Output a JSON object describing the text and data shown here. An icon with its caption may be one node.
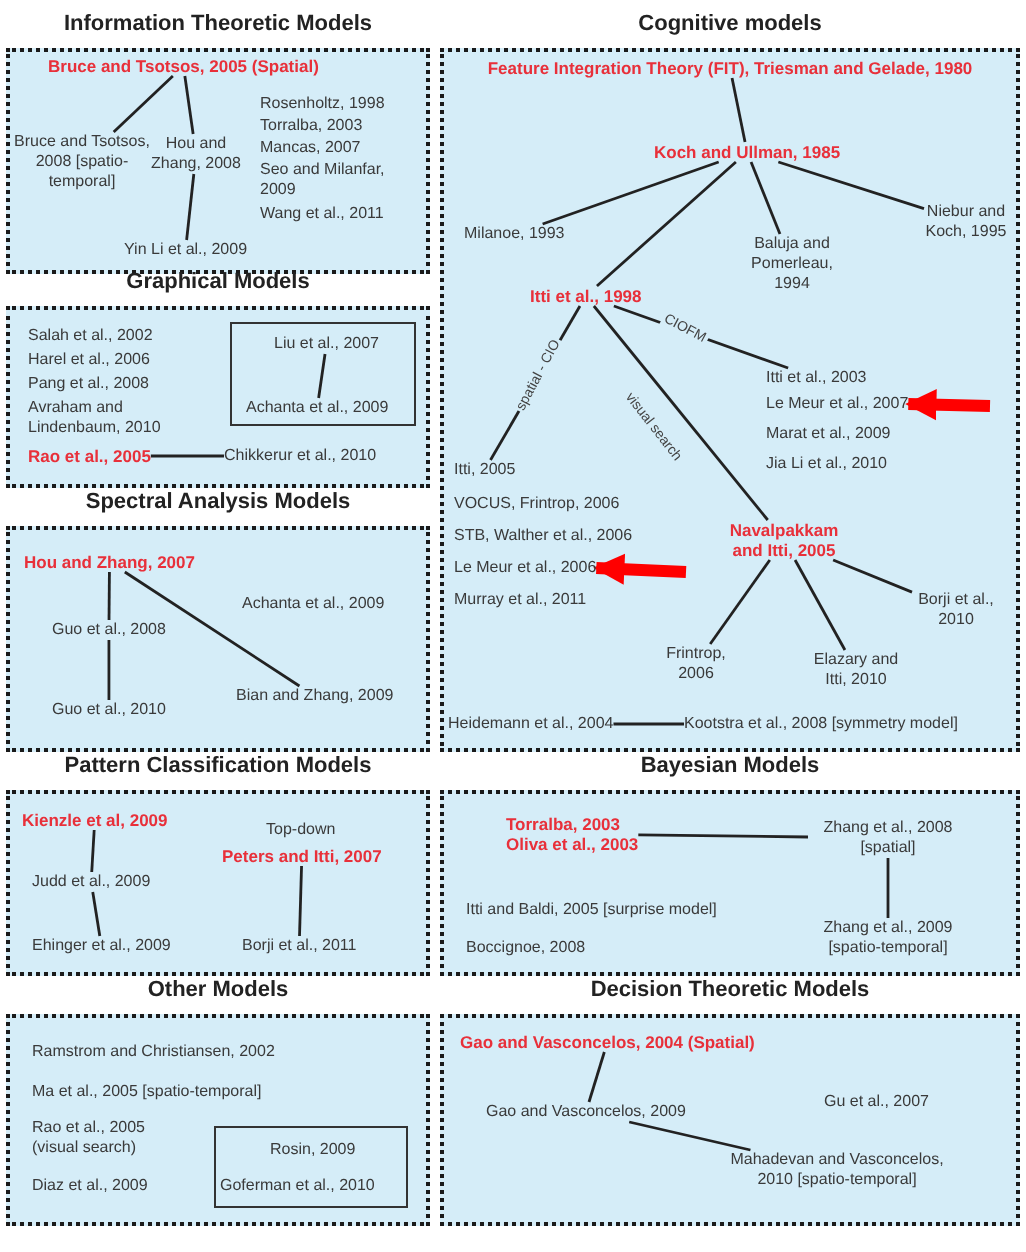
{
  "diagram": {
    "nodes": [
      {
        "text": [
          "Information Theoretic Models"
        ]
      },
      {
        "text": [
          "Bruce and Tsotsos, 2005 (Spatial)"
        ],
        "in": 0
      },
      {
        "text": [
          "Bruce and Tsotsos, 2008 [spatio-temporal]"
        ],
        "in": 0
      },
      {
        "text": [
          "Hou and Zhang, 2008"
        ],
        "in": 0
      },
      {
        "text": [
          "Yin Li et al., 2009"
        ],
        "in": 0
      },
      {
        "text": [
          "Cognitive models"
        ]
      },
      {
        "text": [
          "Feature Integration Theory (FIT), Triesman and Gelade, 1980"
        ],
        "in": 5
      },
      {
        "text": [
          "Koch and Ullman, 1985"
        ],
        "in": 5
      },
      {
        "text": [
          "Milanoe, 1993"
        ],
        "in": 5
      },
      {
        "text": [
          "Baluja and Pomerleau, 1994"
        ],
        "in": 5
      },
      {
        "text": [
          "Niebur and Koch, 1995"
        ],
        "in": 5
      },
      {
        "text": [
          "Itti et al., 1998"
        ],
        "in": 5
      },
      {
        "text": [
          "Itti et al., 2003"
        ],
        "in": 5
      },
      {
        "text": [
          "Le Meur et al., 2007"
        ],
        "in": 5
      },
      {
        "text": [
          "Itti, 2005"
        ],
        "in": 5
      },
      {
        "text": [
          "Le Meur et al., 2006"
        ],
        "in": 5
      },
      {
        "text": [
          "Navalpakkam and Itti, 2005"
        ],
        "in": 5
      },
      {
        "text": [
          "Frintrop, 2006"
        ],
        "in": 5
      },
      {
        "text": [
          "Elazary and Itti, 2010"
        ],
        "in": 5
      },
      {
        "text": [
          "Borji et al., 2010"
        ],
        "in": 5
      },
      {
        "text": [
          "Heidemann et al., 2004"
        ],
        "in": 5
      },
      {
        "text": [
          "Kootstra et al., 2008 [symmetry model]"
        ],
        "in": 5
      },
      {
        "text": [
          "Graphical Models"
        ]
      },
      {
        "text": [],
        "shape": "box",
        "in": 22
      },
      {
        "text": [
          "Liu et al., 2007"
        ],
        "in": 23
      },
      {
        "text": [
          "Achanta et al., 2009"
        ],
        "in": 23
      },
      {
        "text": [
          "Rao et al., 2005"
        ],
        "in": 22
      },
      {
        "text": [
          "Chikkerur et al., 2010"
        ],
        "in": 22
      },
      {
        "text": [
          "Spectral Analysis Models"
        ]
      },
      {
        "text": [
          "Hou and Zhang, 2007"
        ],
        "in": 28
      },
      {
        "text": [
          "Guo et al., 2008"
        ],
        "in": 28
      },
      {
        "text": [
          "Guo et al., 2010"
        ],
        "in": 28
      },
      {
        "text": [
          "Bian and Zhang, 2009"
        ],
        "in": 28
      },
      {
        "text": [
          "Pattern Classification Models"
        ]
      },
      {
        "text": [
          "Kienzle et al, 2009"
        ],
        "in": 33
      },
      {
        "text": [
          "Judd et al., 2009"
        ],
        "in": 33
      },
      {
        "text": [
          "Ehinger et al., 2009"
        ],
        "in": 33
      },
      {
        "text": [
          "Peters and Itti, 2007"
        ],
        "in": 33
      },
      {
        "text": [
          "Borji et al., 2011"
        ],
        "in": 33
      },
      {
        "text": [
          "Bayesian Models"
        ]
      },
      {
        "text": [
          "Torralba, 2003",
          "Oliva et al., 2003"
        ],
        "in": 39
      },
      {
        "text": [
          "Zhang et al., 2008 [spatial]"
        ],
        "in": 39
      },
      {
        "text": [
          "Zhang et al., 2009 [spatio-temporal]"
        ],
        "in": 39
      },
      {
        "text": [
          "Other Models"
        ]
      },
      {
        "text": [],
        "shape": "box",
        "in": 43
      },
      {
        "text": [
          "Rosin, 2009"
        ],
        "in": 44
      },
      {
        "text": [
          "Goferman et al., 2010"
        ],
        "in": 44
      },
      {
        "text": [
          "Decision Theoretic Models"
        ]
      },
      {
        "text": [
          "Gao and Vasconcelos, 2004 (Spatial)"
        ],
        "in": 47
      },
      {
        "text": [
          "Gao and Vasconcelos, 2009"
        ],
        "in": 47
      },
      {
        "text": [
          "Mahadevan and Vasconcelos, 2010 [spatio-temporal]"
        ],
        "in": 47
      }
    ],
    "edges": [
      {
        "from": 1,
        "to": 2,
        "arrow": "none"
      },
      {
        "from": 1,
        "to": 3,
        "arrow": "none"
      },
      {
        "from": 3,
        "to": 4,
        "arrow": "none"
      },
      {
        "from": 6,
        "to": 7,
        "arrow": "none"
      },
      {
        "from": 7,
        "to": 8,
        "arrow": "none"
      },
      {
        "from": 7,
        "to": 11,
        "arrow": "none"
      },
      {
        "from": 7,
        "to": 9,
        "arrow": "none"
      },
      {
        "from": 7,
        "to": 10,
        "arrow": "none"
      },
      {
        "from": 11,
        "to": 14,
        "arrow": "none",
        "label": "spatial - CIO"
      },
      {
        "from": 11,
        "to": 12,
        "arrow": "none",
        "label": "CIOFM"
      },
      {
        "from": 11,
        "to": 16,
        "arrow": "none",
        "label": "visual search"
      },
      {
        "from": null,
        "to": 13,
        "arrow": "to",
        "style": "thick",
        "color": "#ff0000"
      },
      {
        "from": null,
        "to": 15,
        "arrow": "to",
        "style": "thick",
        "color": "#ff0000"
      },
      {
        "from": 16,
        "to": 17,
        "arrow": "none"
      },
      {
        "from": 16,
        "to": 18,
        "arrow": "none"
      },
      {
        "from": 16,
        "to": 19,
        "arrow": "none"
      },
      {
        "from": 20,
        "to": 21,
        "arrow": "none"
      },
      {
        "from": 24,
        "to": 25,
        "arrow": "none"
      },
      {
        "from": 26,
        "to": 27,
        "arrow": "none"
      },
      {
        "from": 29,
        "to": 30,
        "arrow": "none"
      },
      {
        "from": 30,
        "to": 31,
        "arrow": "none"
      },
      {
        "from": 29,
        "to": 32,
        "arrow": "none"
      },
      {
        "from": 34,
        "to": 35,
        "arrow": "none"
      },
      {
        "from": 35,
        "to": 36,
        "arrow": "none"
      },
      {
        "from": 37,
        "to": 38,
        "arrow": "none"
      },
      {
        "from": 40,
        "to": 41,
        "arrow": "none"
      },
      {
        "from": 41,
        "to": 42,
        "arrow": "none"
      },
      {
        "from": 48,
        "to": 49,
        "arrow": "none"
      },
      {
        "from": 49,
        "to": 50,
        "arrow": "none"
      }
    ],
    "labels": [
      "Rosenholtz, 1998",
      "Torralba, 2003",
      "Mancas, 2007",
      "Seo and Milanfar, 2009",
      "Wang et al., 2011",
      "Salah et al., 2002",
      "Harel et al., 2006",
      "Pang et al., 2008",
      "Avraham and Lindenbaum, 2010",
      "Marat et al., 2009",
      "Jia Li et al., 2010",
      "VOCUS, Frintrop, 2006",
      "STB, Walther et al., 2006",
      "Murray et al., 2011",
      "Achanta et al., 2009",
      "Top-down",
      "Itti and Baldi, 2005 [surprise model]",
      "Boccignoe, 2008",
      "Ramstrom and Christiansen, 2002",
      "Ma et al., 2005 [spatio-temporal]",
      "Rao et al., 2005 (visual search)",
      "Diaz et al., 2009",
      "Gu et al., 2007"
    ]
  }
}
